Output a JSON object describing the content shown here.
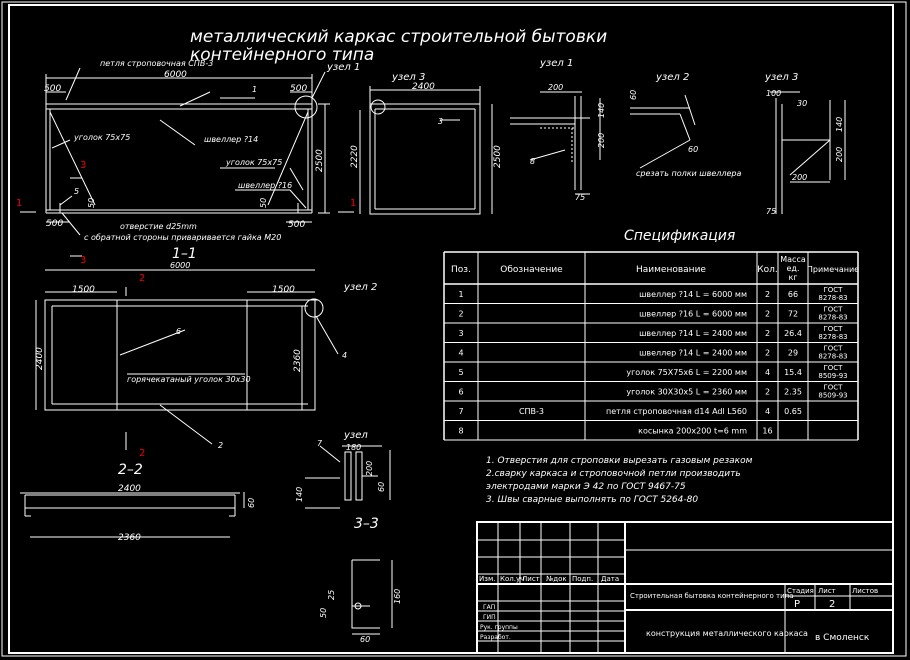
{
  "title": {
    "line1": "металлический каркас строительной бытовки",
    "line2": "контейнерного типа"
  },
  "view_main": {
    "label_top": "петля строповочная СПВ-3",
    "dim_total": "6000",
    "dim_left": "500",
    "dim_right": "500",
    "dim_bottom_left": "500",
    "dim_bottom_right": "500",
    "dim_height": "2500",
    "dim_small": "50",
    "dim_small_2": "50",
    "uzel1": "узел 1",
    "ugolok75": "уголок 75х75",
    "shveller14": "швеллер ?14",
    "ugolok75b": "уголок 75х75",
    "shveller16": "швеллер ?16",
    "otverstie": "отверстие d25mm",
    "note_bottom": "с обратной стороны приваривается гайка М20",
    "pos1": "1",
    "pos5": "5",
    "sec3": "3",
    "sec1a": "1",
    "sec1b": "1"
  },
  "view_side": {
    "uzel3": "узел 3",
    "dim_w": "2400",
    "dim_h1": "2220",
    "dim_h2": "2500",
    "pos3": "3"
  },
  "nodes": {
    "uzel1": "узел 1",
    "uzel2": "узел 2",
    "uzel3": "узел 3",
    "n1_d200": "200",
    "n1_d140": "140",
    "n1_d200b": "200",
    "n1_d75": "75",
    "n1_pos8": "8",
    "n2_d60a": "60",
    "n2_d60b": "60",
    "n2_note": "срезать полки швеллера",
    "n3_d100": "100",
    "n3_d30": "30",
    "n3_d140": "140",
    "n3_d200": "200",
    "n3_d200b": "200",
    "n3_d75": "75"
  },
  "section11": {
    "title": "1–1",
    "dim_total": "6000",
    "dim_1500a": "1500",
    "dim_1500b": "1500",
    "dim_2400": "2400",
    "dim_2360": "2360",
    "uzel2": "узел 2",
    "label": "горячекатаный уголок 30х30",
    "pos6": "6",
    "pos4": "4",
    "pos2": "2",
    "sec2a": "2",
    "sec2b": "2"
  },
  "section22": {
    "title": "2–2",
    "dim_2400": "2400",
    "dim_2360": "2360",
    "dim_60": "60"
  },
  "section33": {
    "title": "3–3",
    "uzel": "узел",
    "d180": "180",
    "d140": "140",
    "d200": "200",
    "d60": "60",
    "d160": "160",
    "d25": "25",
    "d50": "50",
    "pos7": "7"
  },
  "spec": {
    "title": "Спецификация",
    "headers": [
      "Поз.",
      "Обозначение",
      "Наименование",
      "Кол.",
      "Масса ед. кг",
      "Примечание"
    ],
    "rows": [
      [
        "1",
        "",
        "швеллер ?14 L = 6000 мм",
        "2",
        "66",
        "ГОСТ 8278-83"
      ],
      [
        "2",
        "",
        "швеллер ?16 L = 6000 мм",
        "2",
        "72",
        "ГОСТ 8278-83"
      ],
      [
        "3",
        "",
        "швеллер ?14 L = 2400 мм",
        "2",
        "26.4",
        "ГОСТ 8278-83"
      ],
      [
        "4",
        "",
        "швеллер ?14 L = 2400 мм",
        "2",
        "29",
        "ГОСТ 8278-83"
      ],
      [
        "5",
        "",
        "уголок 75Х75х6 L = 2200 мм",
        "4",
        "15.4",
        "ГОСТ 8509-93"
      ],
      [
        "6",
        "",
        "уголок 30Х30х5 L = 2360 мм",
        "2",
        "2.35",
        "ГОСТ 8509-93"
      ],
      [
        "7",
        "СПВ-3",
        "петля строповочная d14 Adl L560",
        "4",
        "0.65",
        ""
      ],
      [
        "8",
        "",
        "косынка 200х200 t=6 mm",
        "16",
        "",
        ""
      ]
    ]
  },
  "notes": [
    "1. Отверстия для строповки вырезать газовым резаком",
    "2.сварку каркаса и строповочной петли производить",
    "электродами марки Э 42 по ГОСТ 9467-75",
    "3. Швы сварные выполнять по ГОСТ 5264-80"
  ],
  "title_block": {
    "cols": [
      "Изм.",
      "Кол.уч",
      "Лист",
      "№док",
      "Подп.",
      "Дата"
    ],
    "roles": [
      "ГАП",
      "ГИП",
      "Рук. группы",
      "Разработ."
    ],
    "object": "Строительная бытовка контейнерного типа",
    "stage_h": "Стадия",
    "sheet_h": "Лист",
    "sheets_h": "Листов",
    "stage": "Р",
    "sheet": "2",
    "sheets": "",
    "drawing": "конструкция металлического каркаса",
    "city": "в Смоленск"
  }
}
